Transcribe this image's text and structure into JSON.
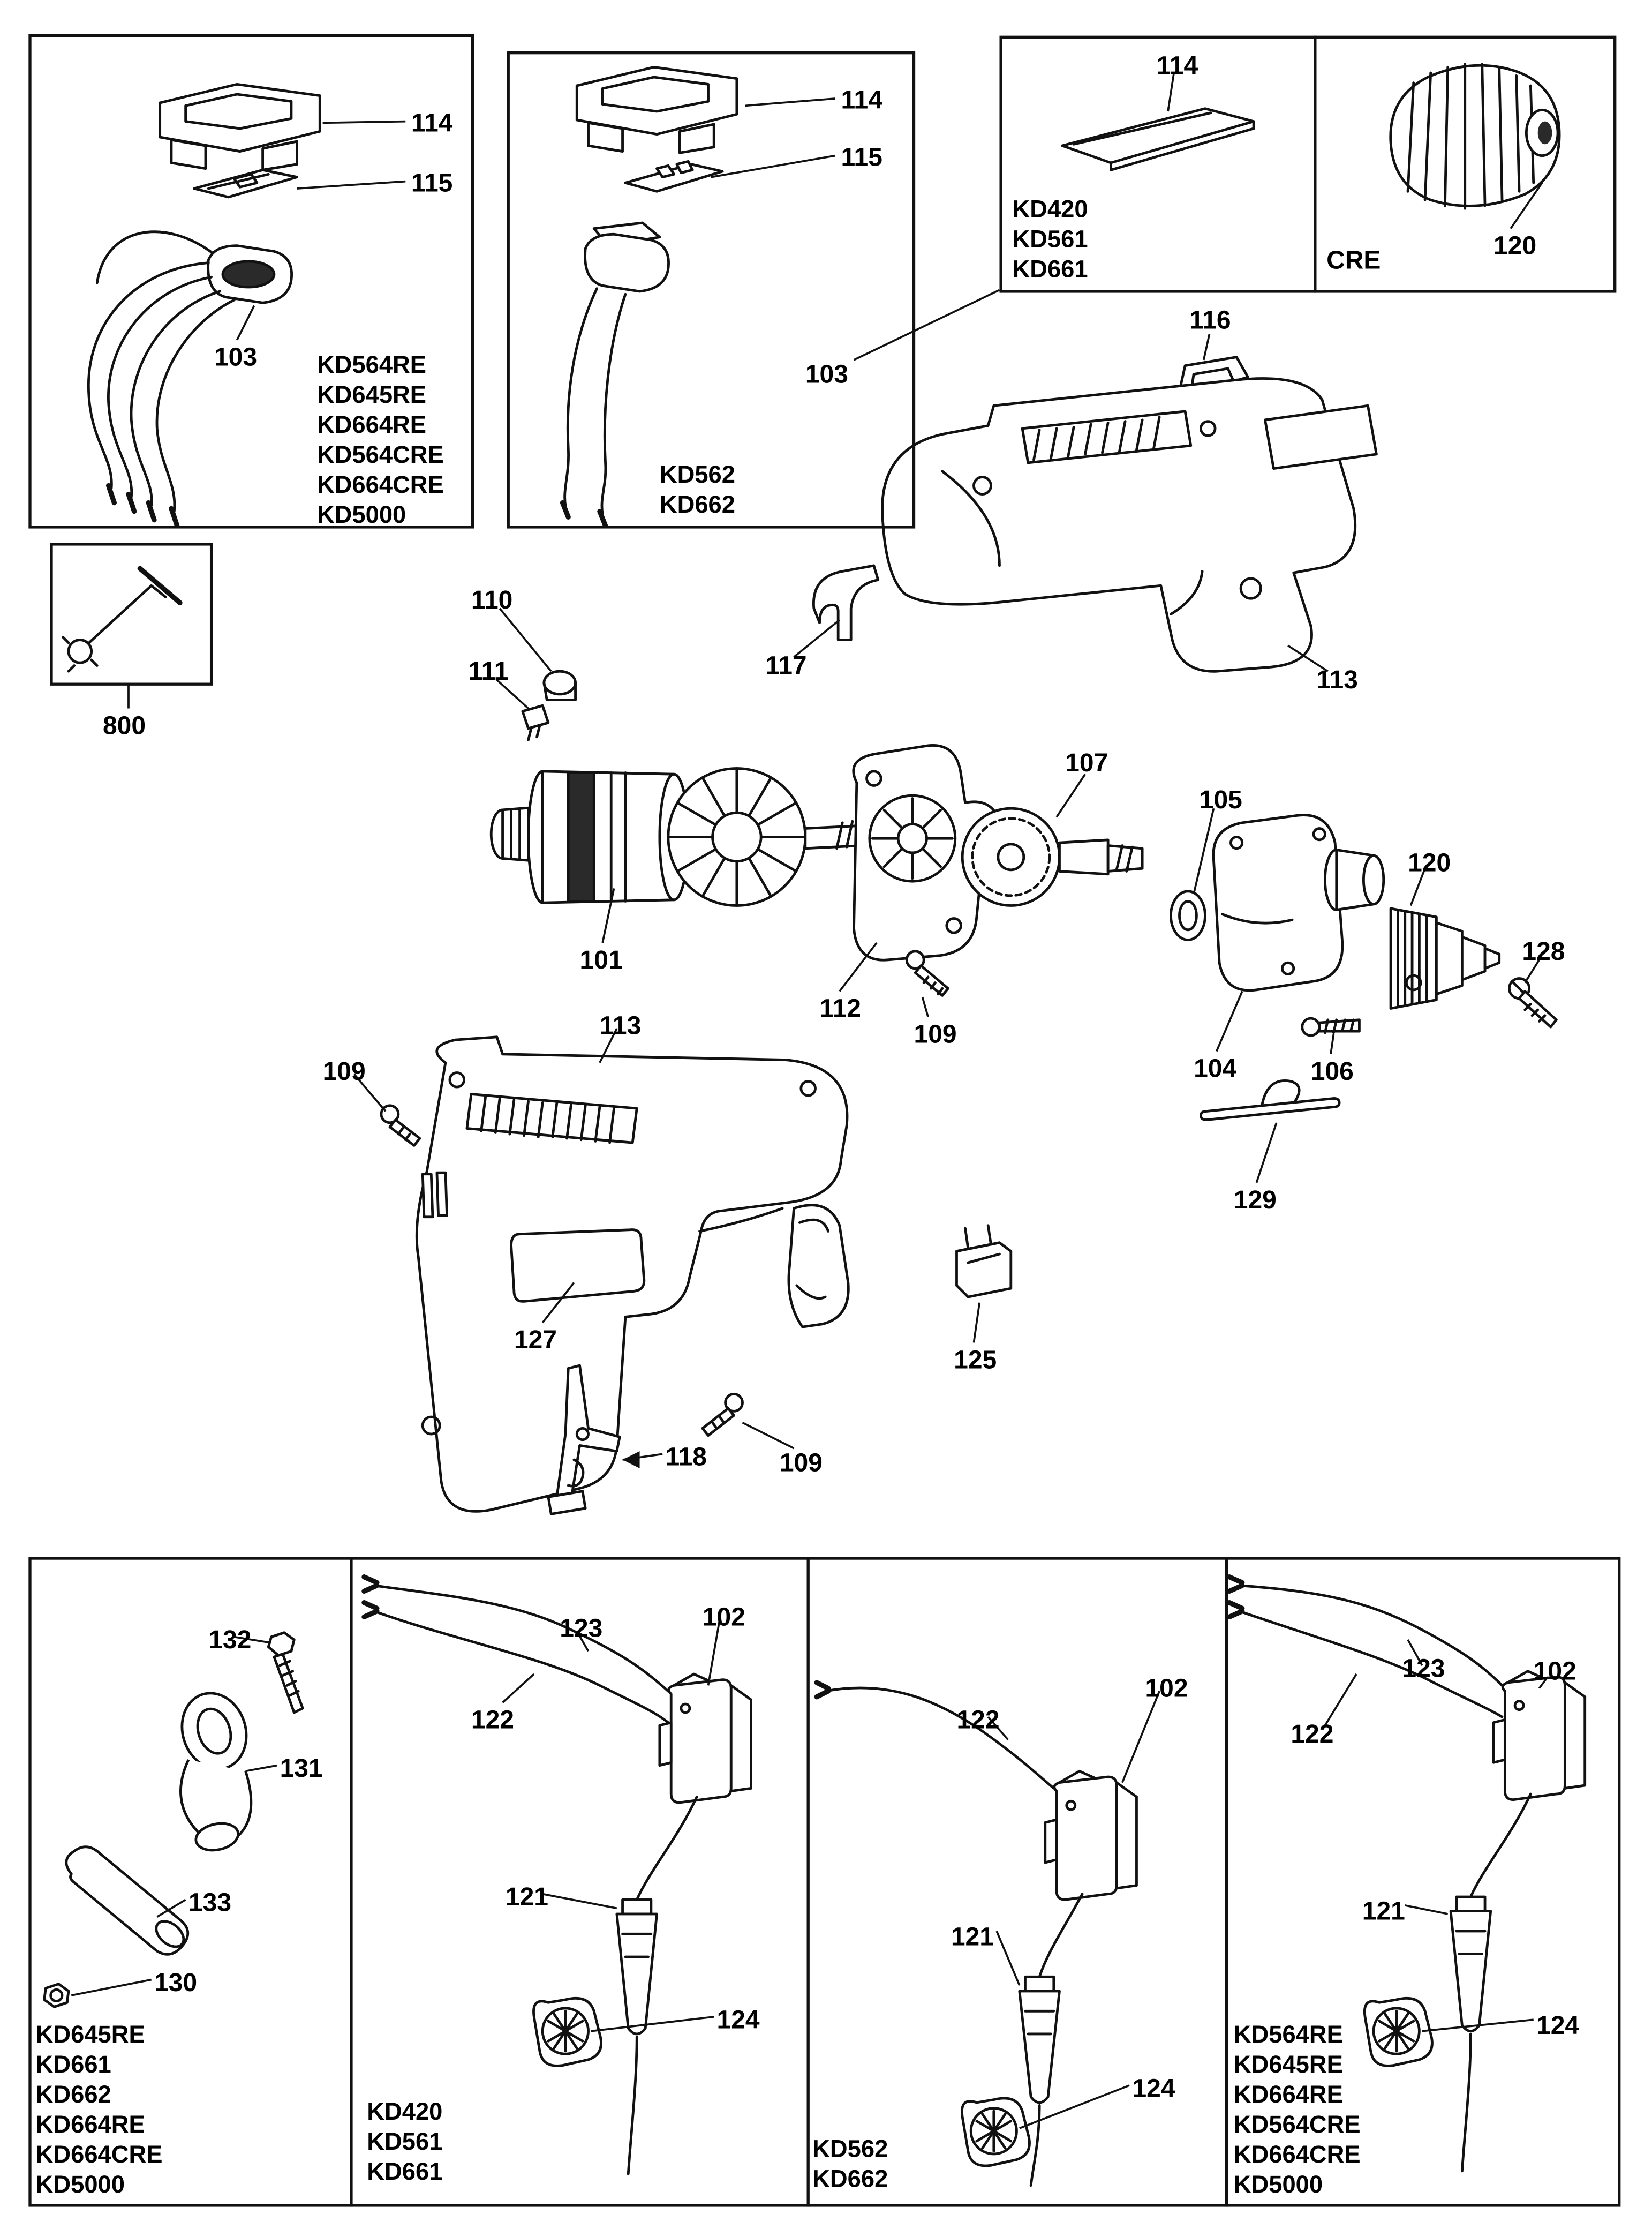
{
  "colors": {
    "line": "#111111",
    "background": "#ffffff"
  },
  "callouts": {
    "tl_114": "114",
    "tl_115": "115",
    "tl_103": "103",
    "tm_114": "114",
    "tm_115": "115",
    "tm_103": "103",
    "tr_114": "114",
    "cre_120": "120",
    "cre_caption": "CRE",
    "tool_800": "800",
    "m_116": "116",
    "m_113a": "113",
    "m_117": "117",
    "m_110": "110",
    "m_111": "111",
    "m_101": "101",
    "m_112": "112",
    "m_107": "107",
    "m_109a": "109",
    "m_105": "105",
    "m_104": "104",
    "m_106": "106",
    "m_120": "120",
    "m_128": "128",
    "m_129": "129",
    "m_113b": "113",
    "m_109b": "109",
    "m_127": "127",
    "m_125": "125",
    "m_118": "118",
    "m_109c": "109",
    "p1_132": "132",
    "p1_131": "131",
    "p1_133": "133",
    "p1_130": "130",
    "p2_123": "123",
    "p2_102": "102",
    "p2_122": "122",
    "p2_121": "121",
    "p2_124": "124",
    "p3_122": "122",
    "p3_102": "102",
    "p3_121": "121",
    "p3_124": "124",
    "p4_123": "123",
    "p4_102": "102",
    "p4_122": "122",
    "p4_121": "121",
    "p4_124": "124"
  },
  "model_lists": {
    "top_left": [
      "KD564RE",
      "KD645RE",
      "KD664RE",
      "KD564CRE",
      "KD664CRE",
      "KD5000"
    ],
    "top_mid": [
      "KD562",
      "KD662"
    ],
    "top_right": [
      "KD420",
      "KD561",
      "KD661"
    ],
    "panel1": [
      "KD645RE",
      "KD661",
      "KD662",
      "KD664RE",
      "KD664CRE",
      "KD5000"
    ],
    "panel2": [
      "KD420",
      "KD561",
      "KD661"
    ],
    "panel3": [
      "KD562",
      "KD662"
    ],
    "panel4": [
      "KD564RE",
      "KD645RE",
      "KD664RE",
      "KD564CRE",
      "KD664CRE",
      "KD5000"
    ]
  }
}
